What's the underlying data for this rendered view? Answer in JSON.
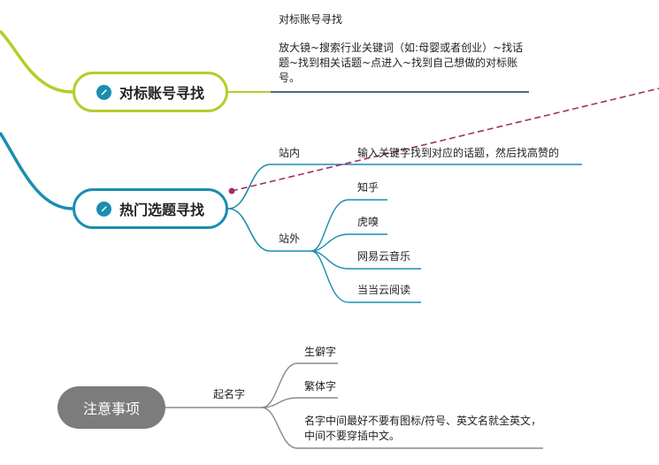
{
  "topics": {
    "target_accounts": {
      "title": "对标账号寻找",
      "note_title": "对标账号寻找",
      "note_body": "放大镜~搜索行业关键词（如:母婴或者创业）~找话题~找到相关话题~点进入~找到自己想做的对标账号。"
    },
    "hot_topics": {
      "title": "热门选题寻找",
      "onsite": {
        "label": "站内",
        "detail": "输入关键字找到对应的话题，然后找高赞的"
      },
      "offsite": {
        "label": "站外",
        "items": [
          "知乎",
          "虎嗅",
          "网易云音乐",
          "当当云阅读"
        ]
      }
    },
    "notes": {
      "title": "注意事项",
      "naming": {
        "label": "起名字",
        "items": [
          "生僻字",
          "繁体字"
        ],
        "note": "名字中间最好不要有图标/符号、英文名就全英文，中间不要穿插中文。"
      }
    }
  },
  "icons": {
    "topic_marker": "pencil-icon"
  },
  "colors": {
    "branch_green": "#b6cc2a",
    "branch_blue": "#1a8db0",
    "relationship": "#a0306a",
    "notes_fill": "#7c7c7c",
    "underline_dark": "#1a3a5c",
    "sub_gray": "#8a8a8a"
  }
}
